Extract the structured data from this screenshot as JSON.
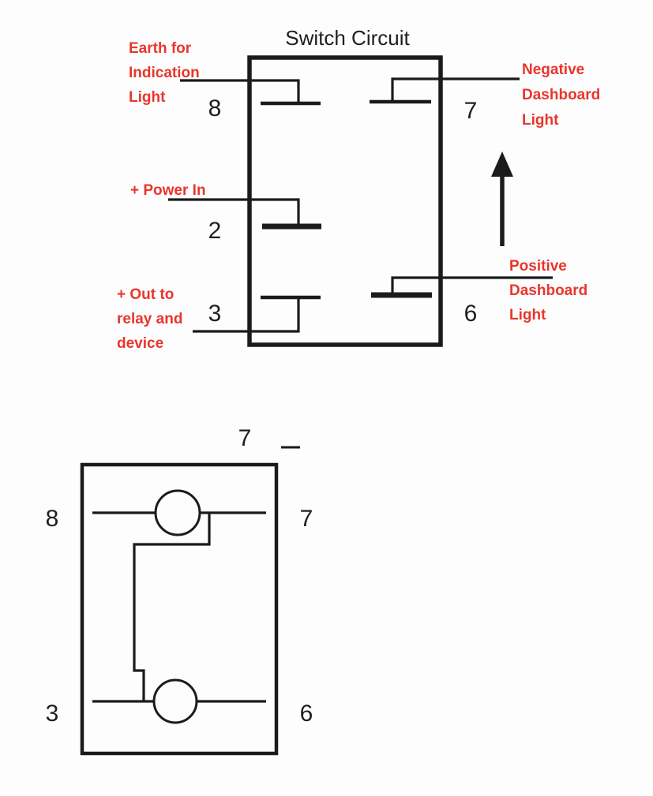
{
  "colors": {
    "line": "#1b1b1b",
    "label": "#e8362d",
    "background": "#fdfdfd"
  },
  "top_diagram": {
    "title": "Switch Circuit",
    "pin_8": "8",
    "pin_2": "2",
    "pin_3": "3",
    "pin_7": "7",
    "pin_6": "6",
    "labels": {
      "earth_line1": "Earth for",
      "earth_line2": "Indication",
      "earth_line3": "Light",
      "power_in": "+ Power In",
      "out_line1": "+ Out to",
      "out_line2": "relay and",
      "out_line3": "device",
      "negative_line1": "Negative",
      "negative_line2": "Dashboard",
      "negative_line3": "Light",
      "positive_line1": "Positive",
      "positive_line2": "Dashboard",
      "positive_line3": "Light"
    }
  },
  "bottom_diagram": {
    "position_marker": "7",
    "pin_8": "8",
    "pin_7": "7",
    "pin_3": "3",
    "pin_6": "6"
  }
}
